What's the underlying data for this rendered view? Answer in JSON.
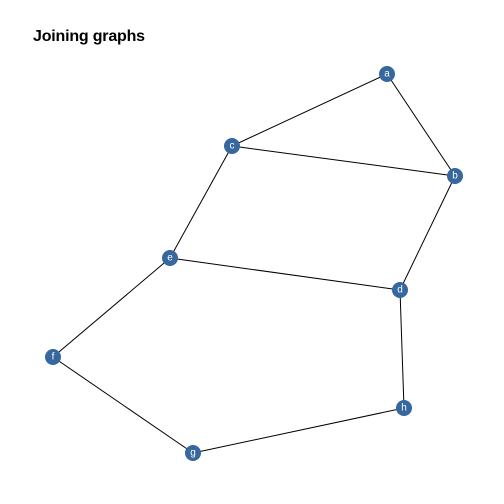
{
  "title": "Joining graphs",
  "colors": {
    "node_fill": "#36679f",
    "edge": "#000000",
    "label": "#ffffff",
    "background": "#ffffff"
  },
  "nodes": [
    {
      "id": "a",
      "label": "a"
    },
    {
      "id": "b",
      "label": "b"
    },
    {
      "id": "c",
      "label": "c"
    },
    {
      "id": "d",
      "label": "d"
    },
    {
      "id": "e",
      "label": "e"
    },
    {
      "id": "f",
      "label": "f"
    },
    {
      "id": "g",
      "label": "g"
    },
    {
      "id": "h",
      "label": "h"
    }
  ],
  "edges": [
    {
      "from": "a",
      "to": "c"
    },
    {
      "from": "a",
      "to": "b"
    },
    {
      "from": "c",
      "to": "b"
    },
    {
      "from": "c",
      "to": "e"
    },
    {
      "from": "b",
      "to": "d"
    },
    {
      "from": "e",
      "to": "d"
    },
    {
      "from": "e",
      "to": "f"
    },
    {
      "from": "d",
      "to": "h"
    },
    {
      "from": "f",
      "to": "g"
    },
    {
      "from": "g",
      "to": "h"
    }
  ]
}
